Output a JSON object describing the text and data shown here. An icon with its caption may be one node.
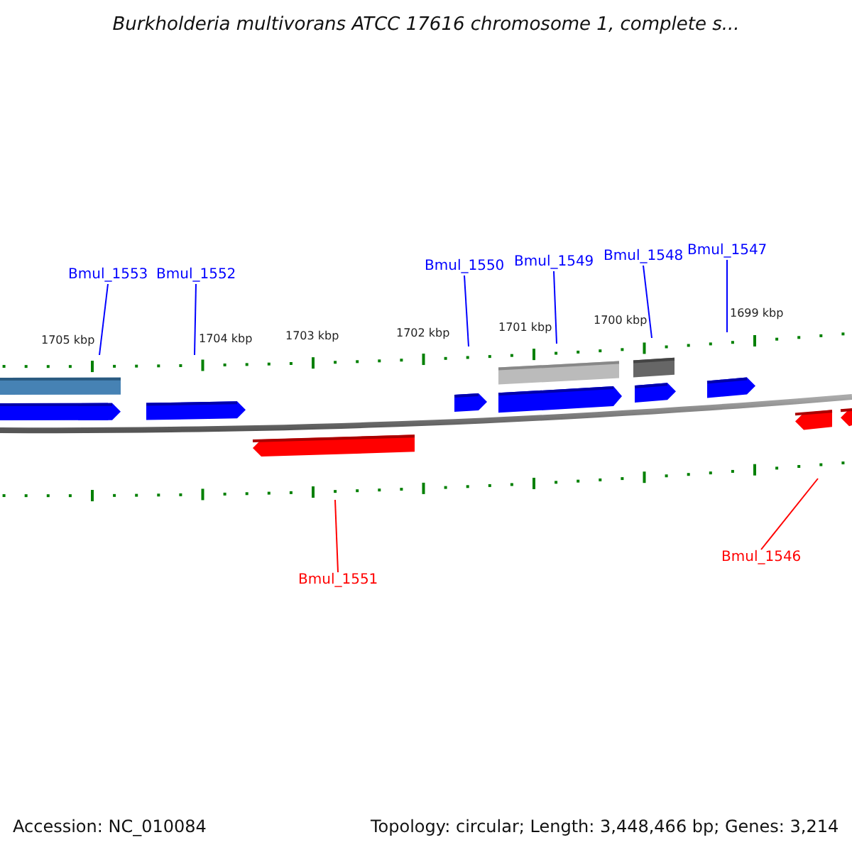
{
  "diagram": {
    "title": "Burkholderia multivorans ATCC 17616 chromosome 1, complete s...",
    "nodes": [
      {
        "text": [
          "Bmul_1553"
        ]
      },
      {
        "text": [
          "Bmul_1552"
        ]
      },
      {
        "text": [
          "Bmul_1550"
        ]
      },
      {
        "text": [
          "Bmul_1549"
        ]
      },
      {
        "text": [
          "Bmul_1548"
        ]
      },
      {
        "text": [
          "Bmul_1547"
        ]
      },
      {
        "text": [
          "Bmul_1551"
        ]
      },
      {
        "text": [
          "Bmul_1546"
        ]
      },
      {
        "text": [],
        "shape": "ruler"
      },
      {
        "text": [],
        "shape": "ruler"
      }
    ],
    "edges": [
      {
        "from": 0,
        "to": 8,
        "arrow": "none"
      },
      {
        "from": 1,
        "to": 8,
        "arrow": "none"
      },
      {
        "from": 2,
        "to": 8,
        "arrow": "none"
      },
      {
        "from": 3,
        "to": 8,
        "arrow": "none"
      },
      {
        "from": 4,
        "to": 8,
        "arrow": "none"
      },
      {
        "from": 5,
        "to": 8,
        "arrow": "none"
      },
      {
        "from": 6,
        "to": 9,
        "arrow": "none",
        "color": "#ff0000"
      },
      {
        "from": 7,
        "to": 9,
        "arrow": "none",
        "color": "#ff0000"
      }
    ],
    "labels": [
      "1705 kbp",
      "1704 kbp",
      "1703 kbp",
      "1702 kbp",
      "1701 kbp",
      "1700 kbp",
      "1699 kbp",
      "Accession: NC_010084",
      "Topology: circular; Length: 3,448,466 bp; Genes: 3,214"
    ]
  }
}
